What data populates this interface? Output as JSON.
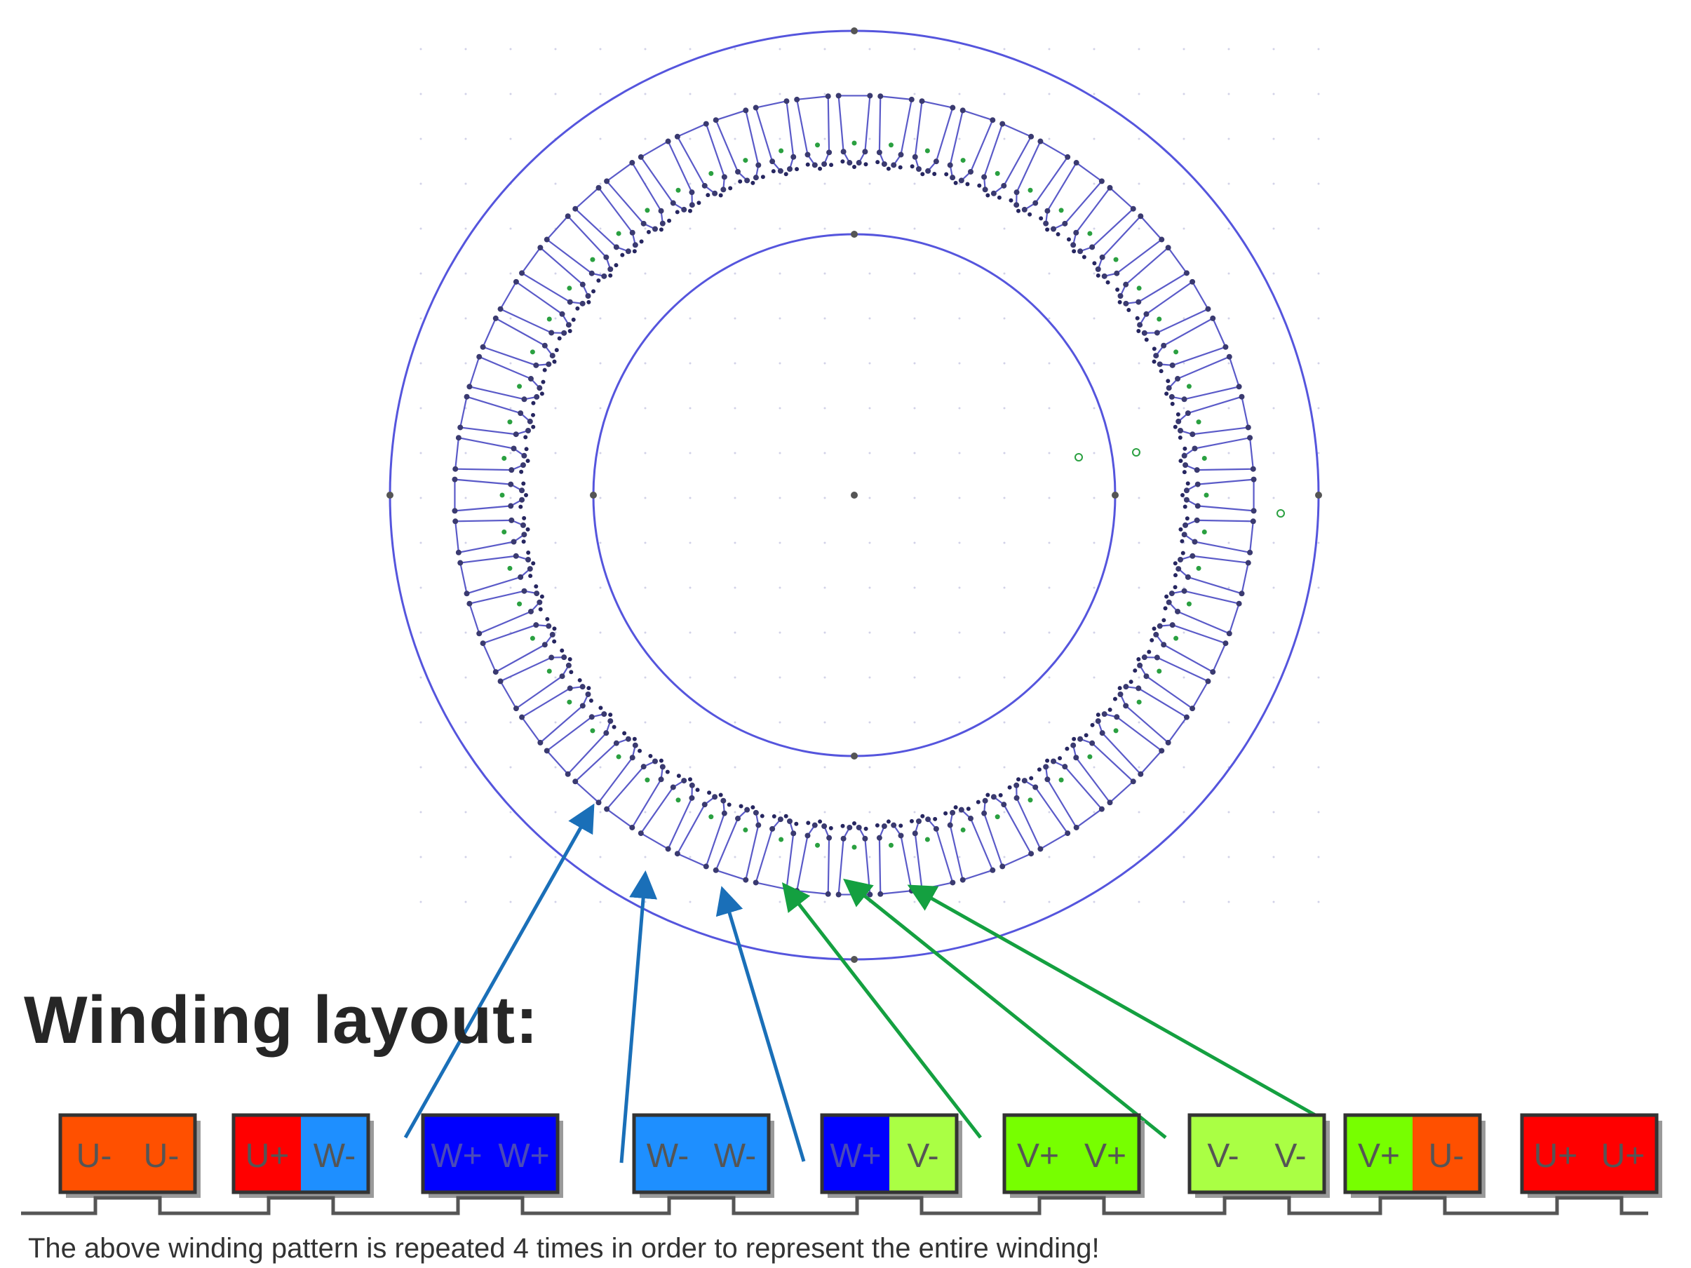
{
  "title": "Winding layout:",
  "caption": "The above winding pattern is repeated 4 times in order to represent the entire winding!",
  "colors": {
    "U_minus": "#ff5000",
    "U_plus": "#ff0000",
    "W_minus": "#1e8fff",
    "W_plus": "#0000ff",
    "V_minus": "#aaff44",
    "V_plus": "#77ff00",
    "ring": "#5555dd",
    "arrow_blue": "#1a6fb8",
    "arrow_green": "#14a040"
  },
  "slots": [
    {
      "left": {
        "label": "U-",
        "color": "#ff5000"
      },
      "right": {
        "label": "U-",
        "color": "#ff5000"
      }
    },
    {
      "left": {
        "label": "U+",
        "color": "#ff0000"
      },
      "right": {
        "label": "W-",
        "color": "#1e8fff"
      }
    },
    {
      "left": {
        "label": "W+",
        "color": "#0000ff"
      },
      "right": {
        "label": "W+",
        "color": "#0000ff"
      }
    },
    {
      "left": {
        "label": "W-",
        "color": "#1e8fff"
      },
      "right": {
        "label": "W-",
        "color": "#1e8fff"
      }
    },
    {
      "left": {
        "label": "W+",
        "color": "#0000ff"
      },
      "right": {
        "label": "V-",
        "color": "#aaff44"
      }
    },
    {
      "left": {
        "label": "V+",
        "color": "#77ff00"
      },
      "right": {
        "label": "V+",
        "color": "#77ff00"
      }
    },
    {
      "left": {
        "label": "V-",
        "color": "#aaff44"
      },
      "right": {
        "label": "V-",
        "color": "#aaff44"
      }
    },
    {
      "left": {
        "label": "V+",
        "color": "#77ff00"
      },
      "right": {
        "label": "U-",
        "color": "#ff5000"
      }
    },
    {
      "left": {
        "label": "U+",
        "color": "#ff0000"
      },
      "right": {
        "label": "U+",
        "color": "#ff0000"
      }
    }
  ],
  "stator": {
    "slot_count": 60
  }
}
